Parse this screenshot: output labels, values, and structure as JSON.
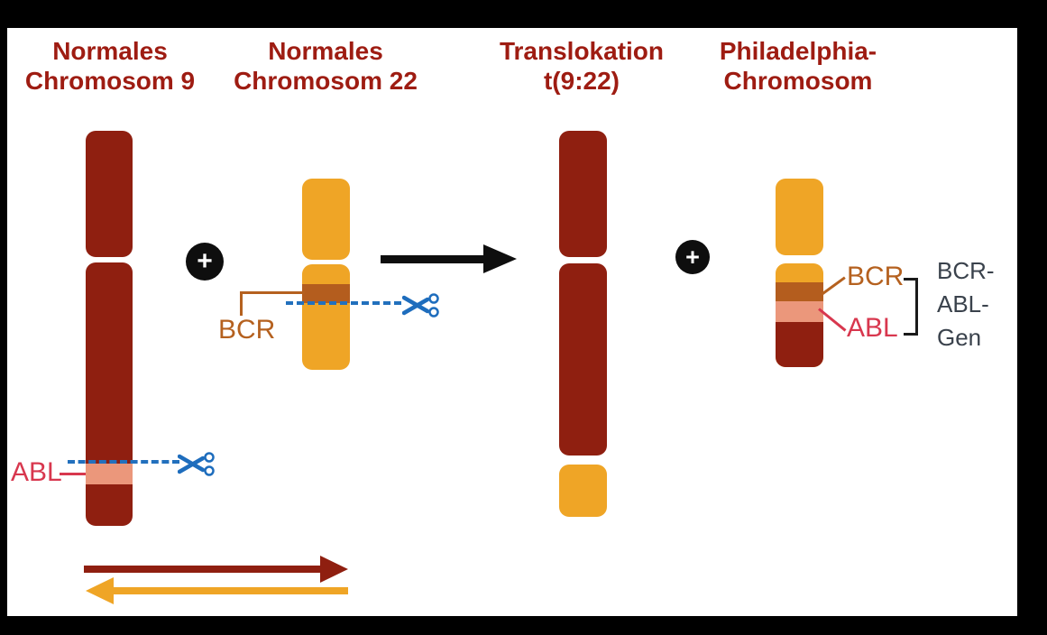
{
  "figure": {
    "columns": [
      {
        "title_line1": "Normales",
        "title_line2": "Chromosom 9"
      },
      {
        "title_line1": "Normales",
        "title_line2": "Chromosom 22"
      },
      {
        "title_line1": "Translokation",
        "title_line2": "t(9:22)"
      },
      {
        "title_line1": "Philadelphia-",
        "title_line2": "Chromosom"
      }
    ],
    "operators": {
      "plus1": "+",
      "plus2": "+"
    },
    "gene_labels": {
      "abl_chr9": "ABL",
      "bcr_chr22": "BCR",
      "bcr_philadelphia": "BCR",
      "abl_philadelphia": "ABL"
    },
    "fusion_gene_label": {
      "line1": "BCR-",
      "line2": "ABL-",
      "line3": "Gen"
    },
    "colors": {
      "chromosome9_red": "#8f1f10",
      "chromosome22_orange": "#efa526",
      "bcr_band_dark_orange": "#b45d1e",
      "abl_band_salmon": "#eb977b",
      "heading_red": "#9e1c12",
      "abl_label_red": "#d8374e",
      "bcr_label_orange": "#b5611f",
      "cut_line_blue": "#2270bd",
      "fusion_text_dark": "#3a424c",
      "frame_black": "#000000",
      "content_white": "#ffffff"
    }
  }
}
